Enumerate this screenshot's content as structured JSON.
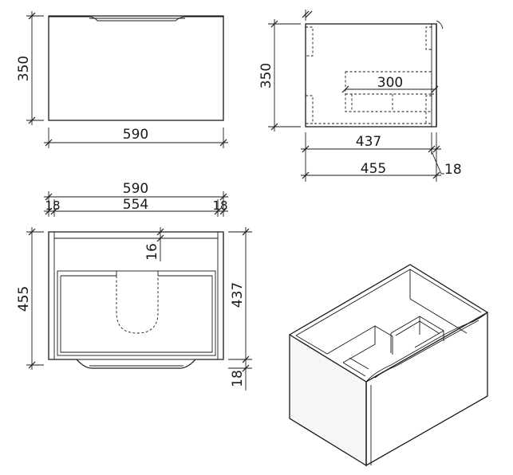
{
  "front_view": {
    "height_label": "350",
    "width_label": "590"
  },
  "side_view": {
    "height_label": "350",
    "drawer_depth_label": "437",
    "total_depth_label": "455",
    "front_thickness_label": "18",
    "cutout_label": "300"
  },
  "top_view": {
    "overall_width_label": "590",
    "inner_width_label": "554",
    "left_panel_label": "18",
    "right_panel_label": "18",
    "back_panel_label": "16",
    "total_depth_label": "455",
    "drawer_depth_label": "437",
    "front_thickness_label": "18"
  },
  "iso_view": {}
}
